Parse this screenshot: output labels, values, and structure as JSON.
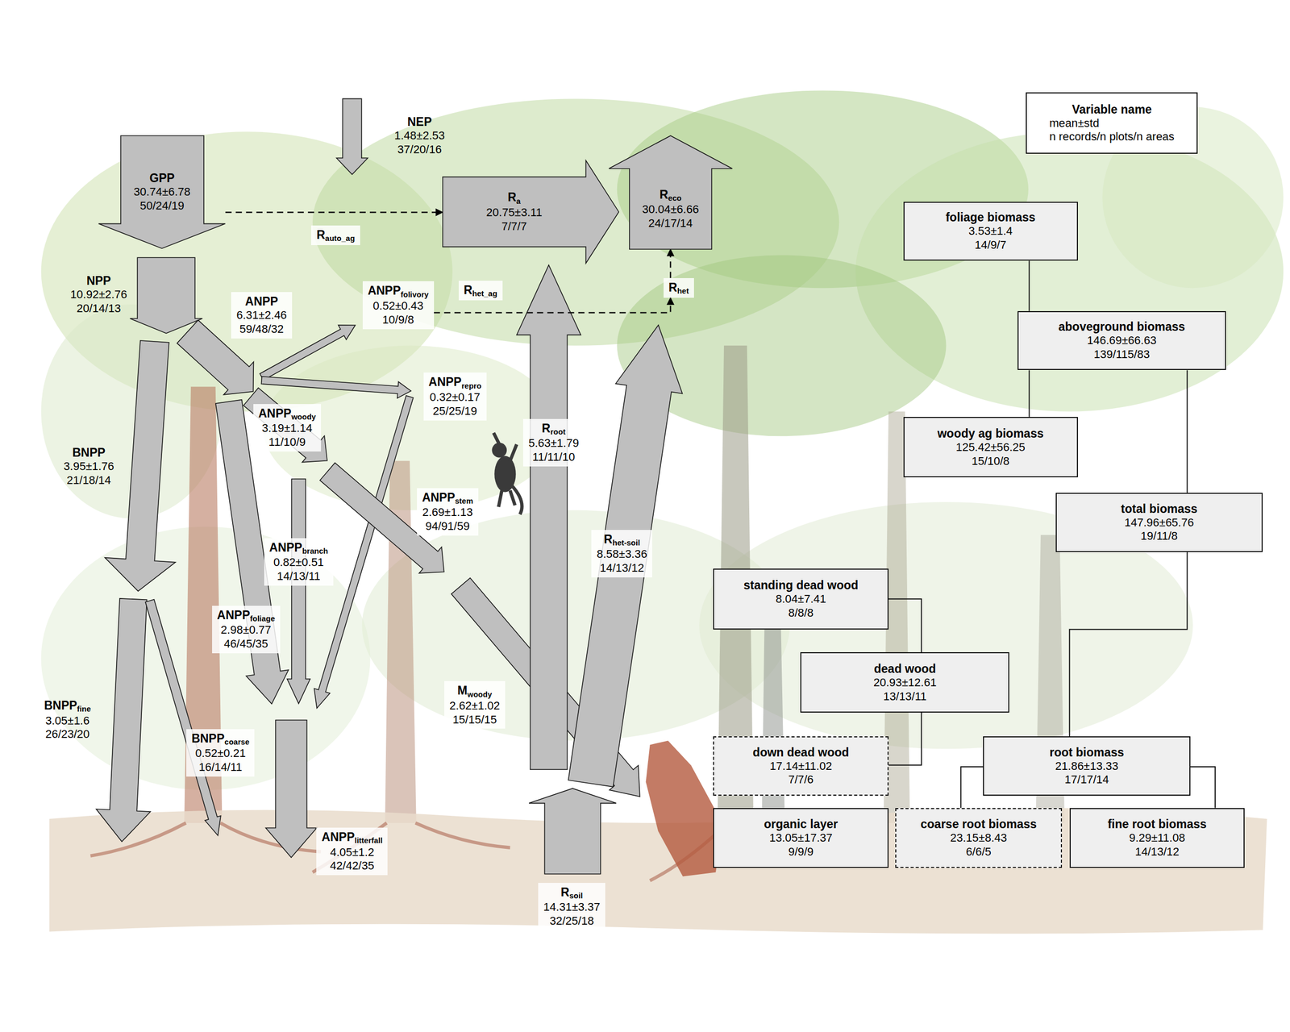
{
  "diagram": {
    "nodes": [
      {
        "text": [
          "GPP",
          "30.74±6.78",
          "50/24/19"
        ]
      },
      {
        "text": [
          "NEP",
          "1.48±2.53",
          "37/20/16"
        ]
      },
      {
        "text": [
          "R",
          "a",
          "20.75±3.11",
          "7/7/7"
        ]
      },
      {
        "text": [
          "R",
          "eco",
          "30.04±6.66",
          "24/17/14"
        ]
      },
      {
        "text": [
          "Variable name",
          "mean±std",
          "n records/n plots/n areas"
        ]
      },
      {
        "text": [
          "foliage biomass",
          "3.53±1.4",
          "14/9/7"
        ]
      },
      {
        "text": [
          "R",
          "auto_ag"
        ]
      },
      {
        "text": [
          "NPP",
          "10.92±2.76",
          "20/14/13"
        ]
      },
      {
        "text": [
          "ANPP",
          "6.31±2.46",
          "59/48/32"
        ]
      },
      {
        "text": [
          "ANPP",
          "folivory",
          "0.52±0.43",
          "10/9/8"
        ]
      },
      {
        "text": [
          "R",
          "het_ag"
        ]
      },
      {
        "text": [
          "R",
          "het"
        ]
      },
      {
        "text": [
          "aboveground biomass",
          "146.69±66.63",
          "139/115/83"
        ]
      },
      {
        "text": [
          "ANPP",
          "repro",
          "0.32±0.17",
          "25/25/19"
        ]
      },
      {
        "text": [
          "ANPP",
          "woody",
          "3.19±1.14",
          "11/10/9"
        ]
      },
      {
        "text": [
          "R",
          "root",
          "5.63±1.79",
          "11/11/10"
        ]
      },
      {
        "text": [
          "woody ag biomass",
          "125.42±56.25",
          "15/10/8"
        ]
      },
      {
        "text": [
          "BNPP",
          "3.95±1.76",
          "21/18/14"
        ]
      },
      {
        "text": [
          "ANPP",
          "stem",
          "2.69±1.13",
          "94/91/59"
        ]
      },
      {
        "text": [
          "total biomass",
          "147.96±65.76",
          "19/11/8"
        ]
      },
      {
        "text": [
          "R",
          "het-soil",
          "8.58±3.36",
          "14/13/12"
        ]
      },
      {
        "text": [
          "ANPP",
          "branch",
          "0.82±0.51",
          "14/13/11"
        ]
      },
      {
        "text": [
          "standing dead wood",
          "8.04±7.41",
          "8/8/8"
        ]
      },
      {
        "text": [
          "ANPP",
          "foliage",
          "2.98±0.77",
          "46/45/35"
        ]
      },
      {
        "text": [
          "dead wood",
          "20.93±12.61",
          "13/13/11"
        ]
      },
      {
        "text": [
          "M",
          "woody",
          "2.62±1.02",
          "15/15/15"
        ]
      },
      {
        "text": [
          "BNPP",
          "fine",
          "3.05±1.6",
          "26/23/20"
        ]
      },
      {
        "text": [
          "BNPP",
          "coarse",
          "0.52±0.21",
          "16/14/11"
        ]
      },
      {
        "text": [
          "down dead wood",
          "17.14±11.02",
          "7/7/6"
        ]
      },
      {
        "text": [
          "root biomass",
          "21.86±13.33",
          "17/17/14"
        ]
      },
      {
        "text": [
          "organic layer",
          "13.05±17.37",
          "9/9/9"
        ]
      },
      {
        "text": [
          "coarse root biomass",
          "23.15±8.43",
          "6/6/5"
        ]
      },
      {
        "text": [
          "fine root biomass",
          "9.29±11.08",
          "14/13/12"
        ]
      },
      {
        "text": [
          "ANPP",
          "litterfall",
          "4.05±1.2",
          "42/42/35"
        ]
      },
      {
        "text": [
          "R",
          "soil",
          "14.31±3.37",
          "32/25/18"
        ]
      }
    ],
    "edges": [
      {
        "from": 0,
        "to": 2,
        "arrow": "to"
      },
      {
        "from": 9,
        "to": 11,
        "arrow": "to"
      },
      {
        "from": 11,
        "to": 3,
        "arrow": "to"
      },
      {
        "from": 12,
        "to": 5,
        "arrow": "none"
      },
      {
        "from": 12,
        "to": 16,
        "arrow": "none"
      },
      {
        "from": 19,
        "to": 12,
        "arrow": "none"
      },
      {
        "from": 19,
        "to": 29,
        "arrow": "none"
      },
      {
        "from": 29,
        "to": 31,
        "arrow": "none"
      },
      {
        "from": 29,
        "to": 32,
        "arrow": "none"
      },
      {
        "from": 24,
        "to": 22,
        "arrow": "none"
      },
      {
        "from": 24,
        "to": 28,
        "arrow": "none"
      }
    ]
  }
}
